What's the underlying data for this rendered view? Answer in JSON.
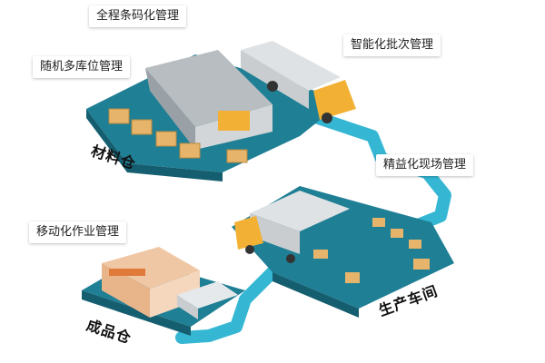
{
  "callouts": {
    "barcode": "全程条码化管理",
    "multi_location": "随机多库位管理",
    "batch": "智能化批次管理",
    "lean_site": "精益化现场管理",
    "mobile_ops": "移动化作业管理"
  },
  "zones": {
    "material_warehouse": "材料仓",
    "production_workshop": "生产车间",
    "finished_goods_warehouse": "成品仓"
  },
  "colors": {
    "platform": "#1f7f95",
    "platform_dark": "#155e70",
    "path": "#35b7d4",
    "roof": "#c9cdd0",
    "truck_yellow": "#f2b134",
    "box": "#e6b46a"
  }
}
